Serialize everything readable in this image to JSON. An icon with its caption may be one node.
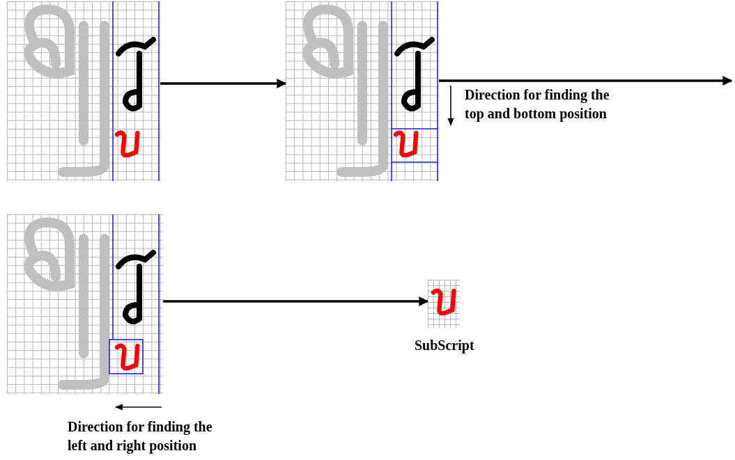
{
  "diagram": {
    "nodes": [
      {
        "text": [],
        "shape": "picture"
      },
      {
        "text": [],
        "shape": "picture"
      },
      {
        "text": [],
        "shape": "picture"
      },
      {
        "text": [],
        "shape": "picture",
        "beside": [
          "SubScript"
        ]
      }
    ],
    "edges": [
      {
        "from": 0,
        "to": 1,
        "arrow": "to"
      },
      {
        "from": 1,
        "to": null,
        "arrow": "to"
      },
      {
        "from": 2,
        "to": 3,
        "arrow": "to"
      }
    ],
    "labels": [
      "Direction for finding the top and bottom position",
      "Direction for finding the left and right position"
    ]
  }
}
